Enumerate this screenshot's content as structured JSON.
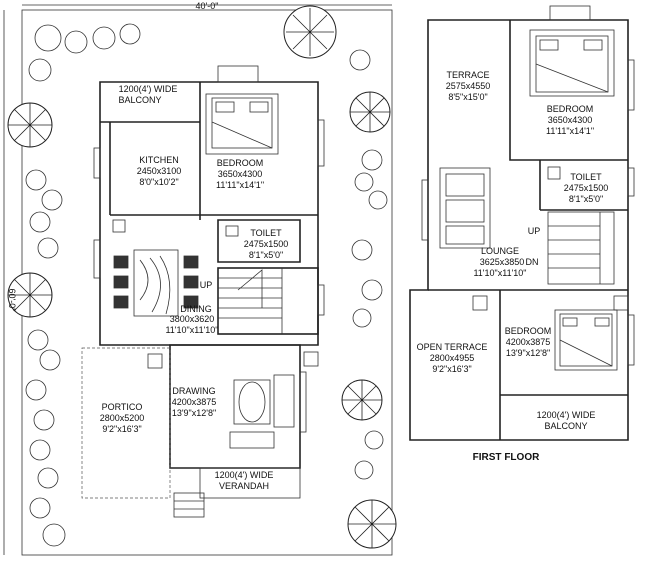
{
  "dimensions": {
    "width_label": "40'-0\"",
    "depth_label": "60'-0\""
  },
  "ground_floor": {
    "balcony": {
      "line1": "1200(4') WIDE",
      "line2": "BALCONY"
    },
    "kitchen": {
      "name": "KITCHEN",
      "size_mm": "2450x3100",
      "size_ft": "8'0\"x10'2\""
    },
    "bedroom": {
      "name": "BEDROOM",
      "size_mm": "3650x4300",
      "size_ft": "11'11\"x14'1\""
    },
    "toilet": {
      "name": "TOILET",
      "size_mm": "2475x1500",
      "size_ft": "8'1\"x5'0\""
    },
    "dining": {
      "name": "DINING",
      "size_mm": "3800x3620",
      "size_ft": "11'10\"x11'10\""
    },
    "stair_label": "UP",
    "portico": {
      "name": "PORTICO",
      "size_mm": "2800x5200",
      "size_ft": "9'2\"x16'3\""
    },
    "drawing": {
      "name": "DRAWING",
      "size_mm": "4200x3875",
      "size_ft": "13'9\"x12'8\""
    },
    "verandah": {
      "line1": "1200(4') WIDE",
      "line2": "VERANDAH"
    }
  },
  "first_floor": {
    "title": "FIRST FLOOR",
    "terrace": {
      "name": "TERRACE",
      "size_mm": "2575x4550",
      "size_ft": "8'5\"x15'0\""
    },
    "bedroom_top": {
      "name": "BEDROOM",
      "size_mm": "3650x4300",
      "size_ft": "11'11\"x14'1\""
    },
    "toilet": {
      "name": "TOILET",
      "size_mm": "2475x1500",
      "size_ft": "8'1\"x5'0\""
    },
    "stair_up": "UP",
    "lounge": {
      "name": "LOUNGE",
      "size_mm": "3625x3850",
      "dn": "DN",
      "size_ft": "11'10\"x11'10\""
    },
    "open_terrace": {
      "name": "OPEN TERRACE",
      "size_mm": "2800x4955",
      "size_ft": "9'2\"x16'3\""
    },
    "bedroom_bottom": {
      "name": "BEDROOM",
      "size_mm": "4200x3875",
      "size_ft": "13'9\"x12'8\""
    },
    "balcony": {
      "line1": "1200(4') WIDE",
      "line2": "BALCONY"
    }
  }
}
